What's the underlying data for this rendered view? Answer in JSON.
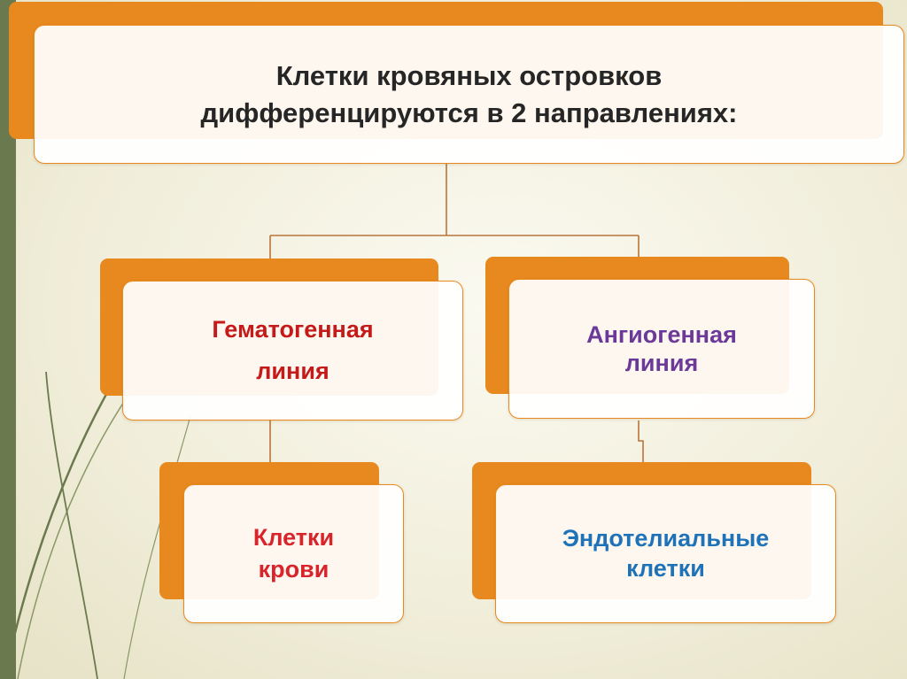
{
  "diagram": {
    "title": "Клетки кровяных островков\nдифференцируются в 2 направлениях:",
    "branches": [
      {
        "label": "Гематогенная\nлиния",
        "color": "#c41a1a",
        "child": {
          "label": "Клетки\nкрови",
          "color": "#d8242a"
        }
      },
      {
        "label": "Ангиогенная\nлиния",
        "color": "#6b3a99",
        "child": {
          "label": "Эндотелиальные\nклетки",
          "color": "#1d72b8"
        }
      }
    ]
  },
  "colors": {
    "accent": "#e8891f",
    "connector": "#b8753a",
    "side_bar": "#6b7a4e"
  }
}
